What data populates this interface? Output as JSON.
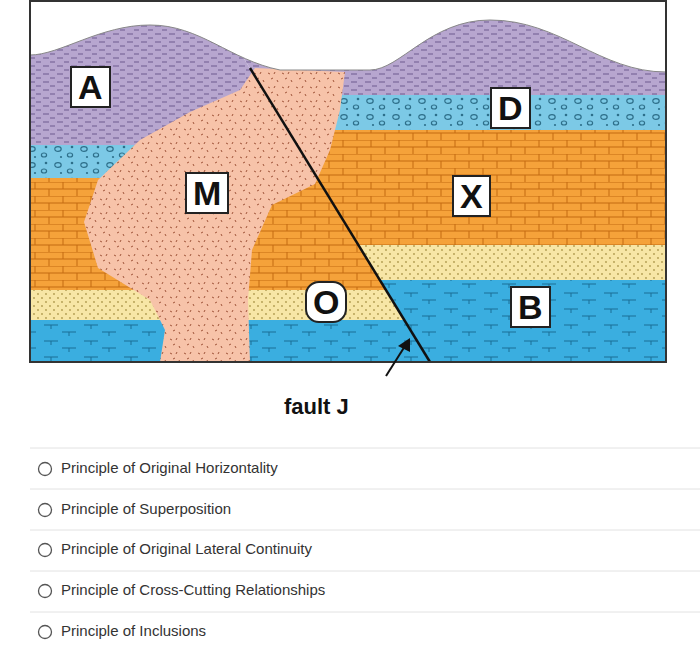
{
  "diagram": {
    "labels": [
      "A",
      "M",
      "D",
      "X",
      "O",
      "B",
      "fault J",
      "Principle of Original Horizontality",
      "Principle of Superposition",
      "Principle of Original Lateral Continuity",
      "Principle of Cross-Cutting Relationships",
      "Principle of Inclusions"
    ]
  }
}
